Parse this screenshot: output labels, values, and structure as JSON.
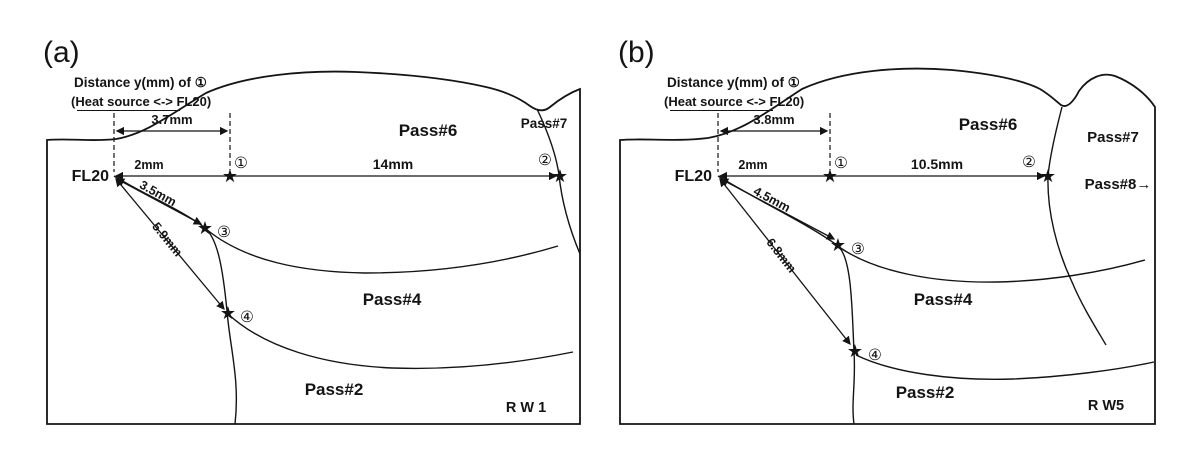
{
  "figure": {
    "background": "#ffffff",
    "ink": "#141414",
    "star": "★",
    "panels": [
      {
        "label": "(a)",
        "annotation": {
          "line1": "Distance y(mm) of ①",
          "line2": "(Heat source <-> FL20)",
          "offset": "3.7mm"
        },
        "fl20": "FL20",
        "markers": {
          "m1": "①",
          "m2": "②",
          "m3": "③",
          "m4": "④"
        },
        "distances": {
          "fl_to_m1": "2mm",
          "m1_to_m2": "14mm",
          "fl_to_m3": "3.5mm",
          "fl_to_m4": "5.9mm"
        },
        "passes": {
          "p6": "Pass#6",
          "p7": "Pass#7",
          "p4": "Pass#4",
          "p2": "Pass#2"
        },
        "specimen": "R W 1"
      },
      {
        "label": "(b)",
        "annotation": {
          "line1": "Distance y(mm) of ①",
          "line2": "(Heat source <-> FL20)",
          "offset": "3.8mm"
        },
        "fl20": "FL20",
        "markers": {
          "m1": "①",
          "m2": "②",
          "m3": "③",
          "m4": "④"
        },
        "distances": {
          "fl_to_m1": "2mm",
          "m1_to_m2": "10.5mm",
          "fl_to_m3": "4.5mm",
          "fl_to_m4": "6.8mm"
        },
        "passes": {
          "p6": "Pass#6",
          "p7": "Pass#7",
          "p8": "Pass#8→",
          "p4": "Pass#4",
          "p2": "Pass#2"
        },
        "specimen": "R W5"
      }
    ]
  }
}
